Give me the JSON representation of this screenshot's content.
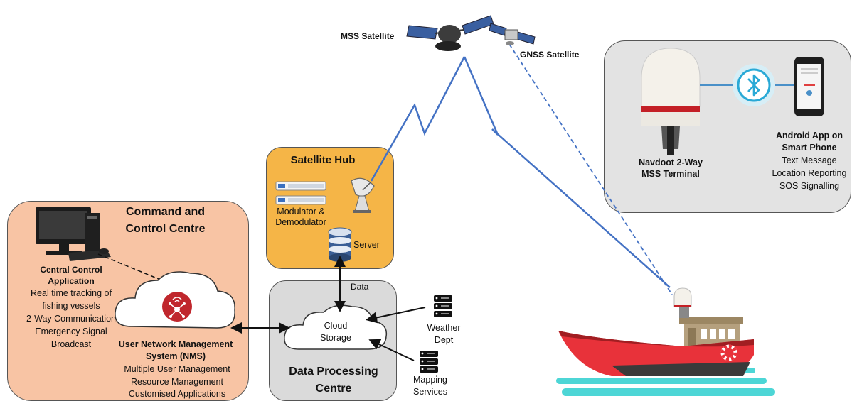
{
  "satellites": {
    "mss_label": "MSS Satellite",
    "gnss_label": "GNSS Satellite"
  },
  "terminal_panel": {
    "terminal_title_1": "Navdoot 2-Way",
    "terminal_title_2": "MSS Terminal",
    "app_title_1": "Android App on",
    "app_title_2": "Smart Phone",
    "features": [
      "Text Message",
      "Location Reporting",
      "SOS Signalling"
    ]
  },
  "satellite_hub": {
    "title": "Satellite Hub",
    "modem_label_1": "Modulator &",
    "modem_label_2": "Demodulator",
    "server_label": "Server"
  },
  "command_centre": {
    "title_1": "Command and",
    "title_2": "Control Centre",
    "app_title_1": "Central Control",
    "app_title_2": "Application",
    "app_features": [
      "Real time tracking of",
      "fishing vessels",
      "2-Way Communication",
      "Emergency Signal",
      "Broadcast"
    ],
    "nms_title_1": "User Network Management",
    "nms_title_2": "System (NMS)",
    "nms_features": [
      "Multiple User Management",
      "Resource Management",
      "Customised Applications"
    ]
  },
  "data_centre": {
    "title_1": "Data Processing",
    "title_2": "Centre",
    "cloud_1": "Cloud",
    "cloud_2": "Storage",
    "data_label": "Data"
  },
  "external": {
    "weather_1": "Weather",
    "weather_2": "Dept",
    "mapping_1": "Mapping",
    "mapping_2": "Services"
  },
  "colors": {
    "hub_fill": "#F5B547",
    "command_fill": "#F8C4A4",
    "data_fill": "#DADADA",
    "terminal_fill": "#E3E3E3",
    "link_blue": "#4472C4",
    "boat_red": "#E8323A",
    "water_cyan": "#4DD6D6",
    "nms_red": "#C0272D"
  }
}
